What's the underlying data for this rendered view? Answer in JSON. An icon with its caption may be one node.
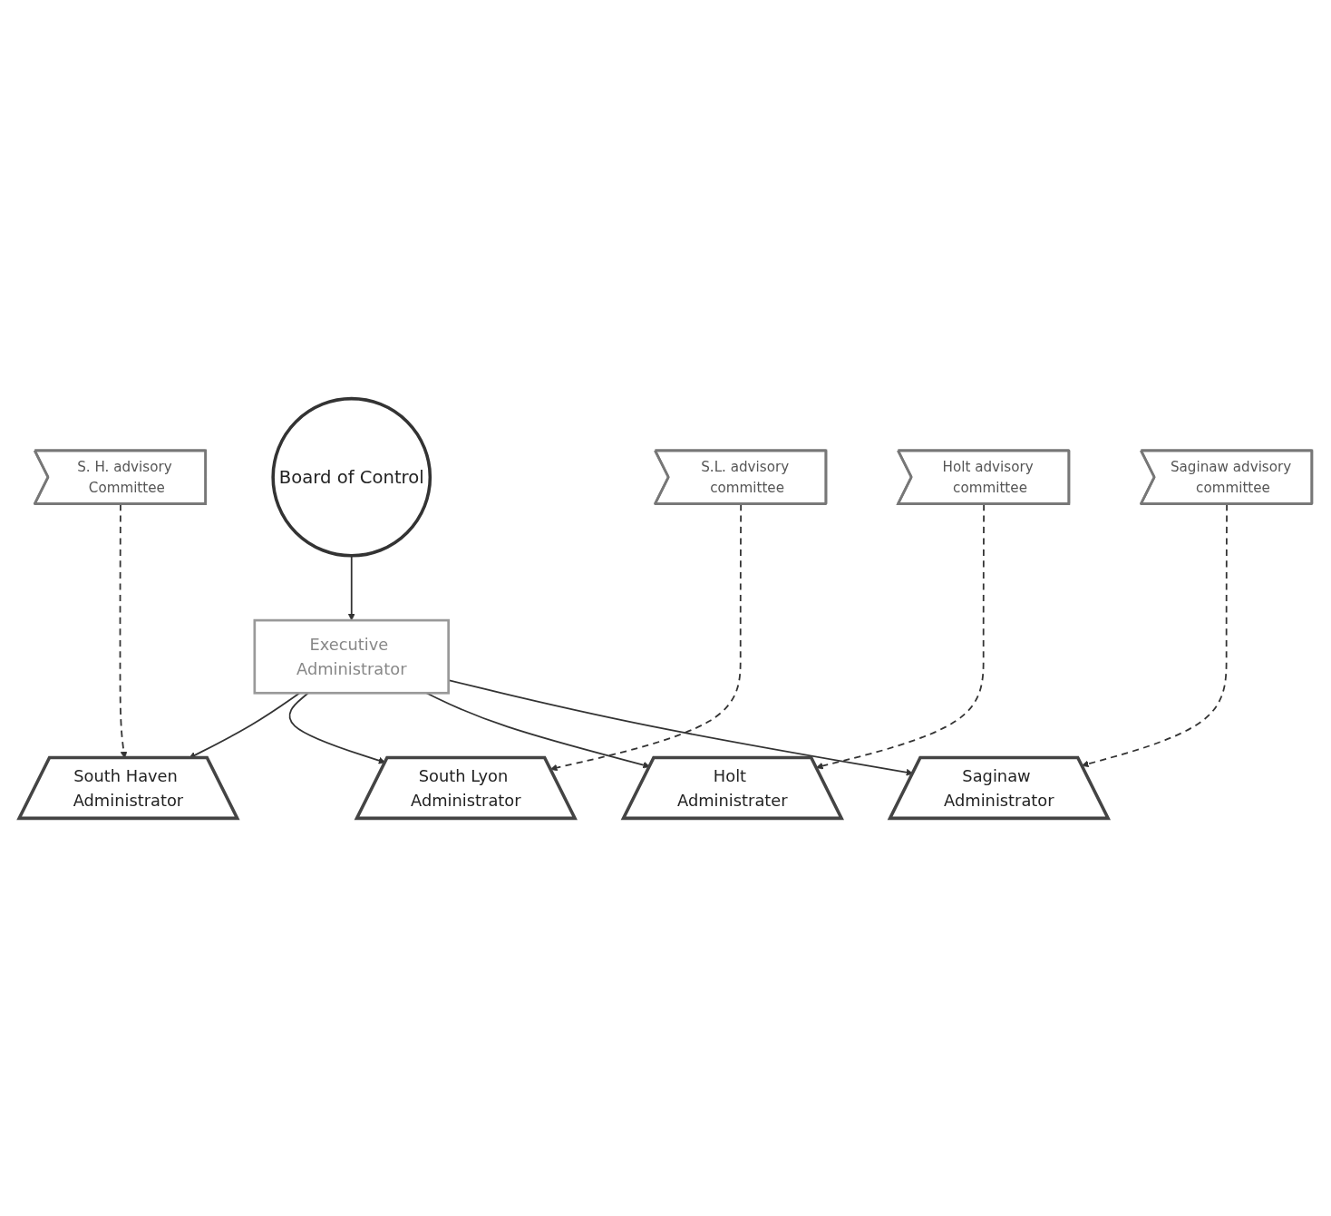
{
  "diagram": {
    "nodes": [
      {
        "text": [
          "Board of Control"
        ]
      },
      {
        "text": [
          "South Haven Administrator"
        ]
      },
      {
        "text": [
          "South Lyon Administrator"
        ]
      },
      {
        "text": [
          "Executive Administrator"
        ]
      },
      {
        "text": [
          "S. H. advisory Committee"
        ]
      },
      {
        "text": [
          "S.L. advisory committee"
        ]
      },
      {
        "text": [
          "Holt Administrater"
        ]
      },
      {
        "text": [
          "Saginaw Administrator"
        ]
      },
      {
        "text": [
          "Holt advisory committee"
        ]
      },
      {
        "text": [
          "Saginaw advisory committee"
        ]
      }
    ],
    "edges": [
      {
        "from": 0,
        "to": 3,
        "arrow": "to"
      },
      {
        "from": 3,
        "to": 1,
        "arrow": "to"
      },
      {
        "from": 3,
        "to": 2,
        "arrow": "to"
      },
      {
        "from": 3,
        "to": 6,
        "arrow": "to"
      },
      {
        "from": 3,
        "to": 7,
        "arrow": "to"
      },
      {
        "from": 4,
        "to": 1,
        "arrow": "to",
        "style": "dashed"
      },
      {
        "from": 5,
        "to": 2,
        "arrow": "to",
        "style": "dashed"
      },
      {
        "from": 8,
        "to": 6,
        "arrow": "to",
        "style": "dashed"
      },
      {
        "from": 9,
        "to": 7,
        "arrow": "to",
        "style": "dashed"
      }
    ]
  }
}
